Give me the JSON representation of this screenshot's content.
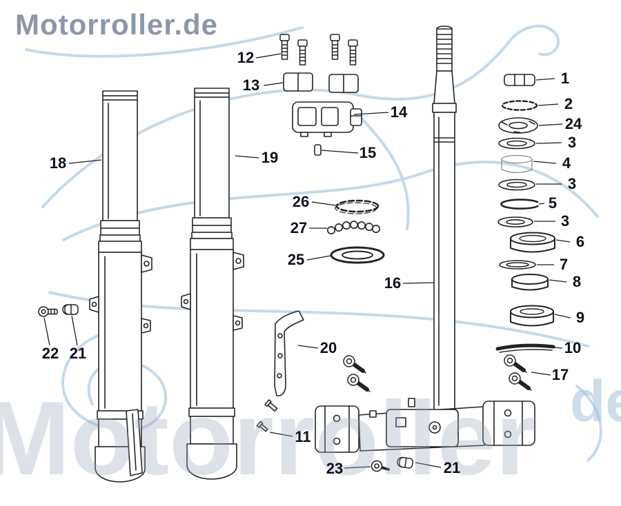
{
  "watermarks": {
    "top": "Motorroller.de",
    "bottom": "Motorroller",
    "fragment": "de",
    "swoosh_color": "#b7d0e6",
    "top_text_color": "#8b97ab"
  },
  "diagram_colors": {
    "line": "#232323",
    "label_text": "#0c0f1e"
  },
  "labels": {
    "p12": "12",
    "p13": "13",
    "p14": "14",
    "p15": "15",
    "p18": "18",
    "p19": "19",
    "p26": "26",
    "p27": "27",
    "p25": "25",
    "p16": "16",
    "p1": "1",
    "p2": "2",
    "p24": "24",
    "p3a": "3",
    "p4": "4",
    "p3b": "3",
    "p5": "5",
    "p3c": "3",
    "p6": "6",
    "p7": "7",
    "p8": "8",
    "p9": "9",
    "p10": "10",
    "p17": "17",
    "p20": "20",
    "p22": "22",
    "p21a": "21",
    "p11": "11",
    "p23": "23",
    "p21b": "21"
  }
}
